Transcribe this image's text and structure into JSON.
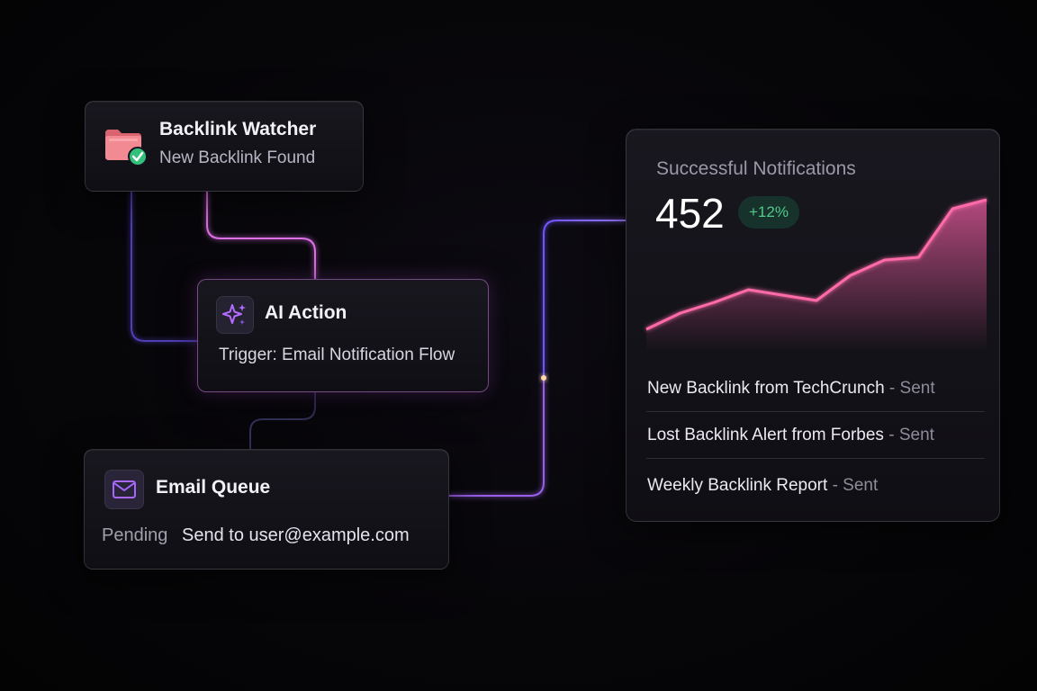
{
  "watcher": {
    "title": "Backlink Watcher",
    "subtitle": "New Backlink Found",
    "icon": "folder-check-icon"
  },
  "ai_action": {
    "title": "AI Action",
    "subtitle": "Trigger: Email Notification Flow",
    "icon": "sparkles-icon"
  },
  "email_queue": {
    "title": "Email Queue",
    "status": "Pending",
    "destination": "Send to user@example.com",
    "icon": "mail-icon"
  },
  "notifications": {
    "label": "Successful Notifications",
    "count": "452",
    "change": "+12%",
    "trend": [
      0.06,
      0.24,
      0.36,
      0.5,
      0.44,
      0.38,
      0.66,
      0.83,
      0.86,
      1.4,
      1.5
    ],
    "items": [
      {
        "name": "New Backlink from TechCrunch",
        "sep": "-",
        "status": "Sent"
      },
      {
        "name": "Lost Backlink Alert from Forbes",
        "sep": "-",
        "status": "Sent"
      },
      {
        "name": "Weekly Backlink Report",
        "sep": "-",
        "status": "Sent"
      }
    ]
  },
  "colors": {
    "accent_pink": "#ff6aa8",
    "accent_purple": "#9b55ff",
    "positive_green": "#52c98d",
    "folder_pink": "#f07b86"
  }
}
